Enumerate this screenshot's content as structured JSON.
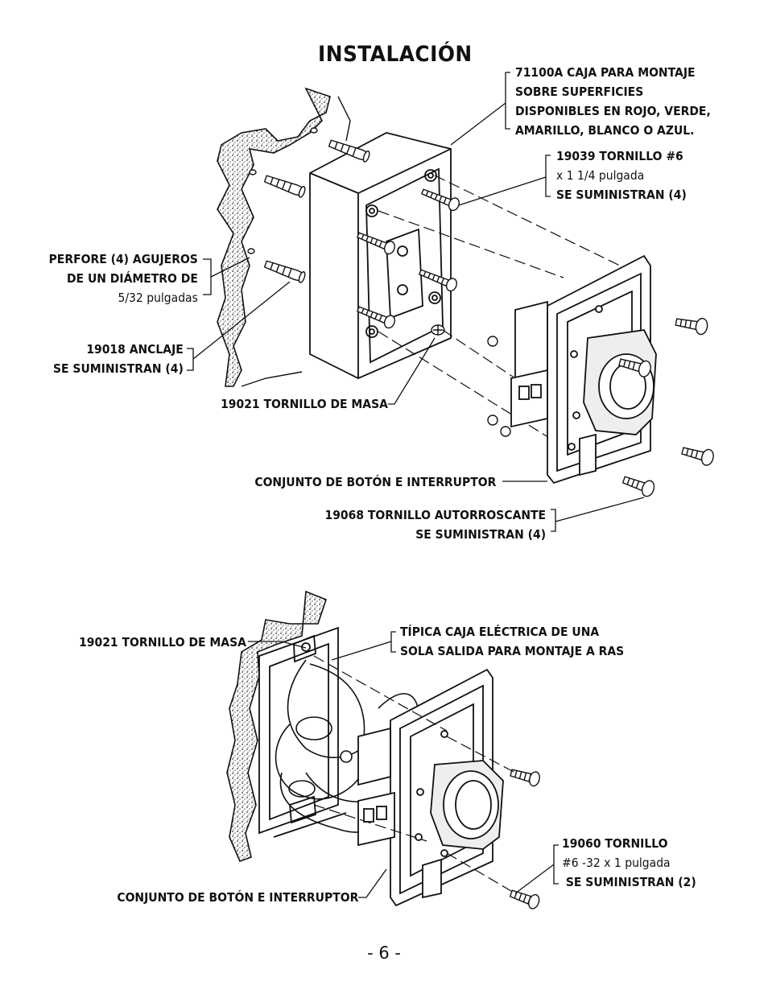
{
  "page": {
    "title": "INSTALACIÓN",
    "page_number": "- 6 -"
  },
  "diagram_top": {
    "box_label": [
      "71100A CAJA  PARA MONTAJE",
      "SOBRE SUPERFICIES",
      "DISPONIBLES EN ROJO, VERDE,",
      "AMARILLO, BLANCO O AZUL."
    ],
    "screw_19039": [
      "19039 TORNILLO  #6",
      "x 1 1/4 pulgada",
      "SE SUMINISTRAN (4)"
    ],
    "drill_holes": [
      "PERFORE (4) AGUJEROS",
      "DE UN DIÁMETRO DE",
      "5/32  pulgadas"
    ],
    "anchor_19018": [
      "19018 ANCLAJE",
      "SE SUMINISTRAN (4)"
    ],
    "ground_screw": "19021 TORNILLO DE MASA",
    "button_assembly": "CONJUNTO DE BOTÓN E INTERRUPTOR",
    "screw_19068": [
      "19068 TORNILLO AUTORROSCANTE",
      "SE SUMINISTRAN (4)"
    ]
  },
  "diagram_bottom": {
    "ground_screw": "19021 TORNILLO DE MASA",
    "flush_box": [
      "TÍPICA CAJA ELÉCTRICA DE UNA",
      "SOLA SALIDA PARA MONTAJE A RAS"
    ],
    "screw_19060": [
      "19060 TORNILLO",
      "#6 -32 x 1 pulgada",
      " SE SUMINISTRAN (2)"
    ],
    "button_assembly": "CONJUNTO DE BOTÓN E INTERRUPTOR"
  }
}
